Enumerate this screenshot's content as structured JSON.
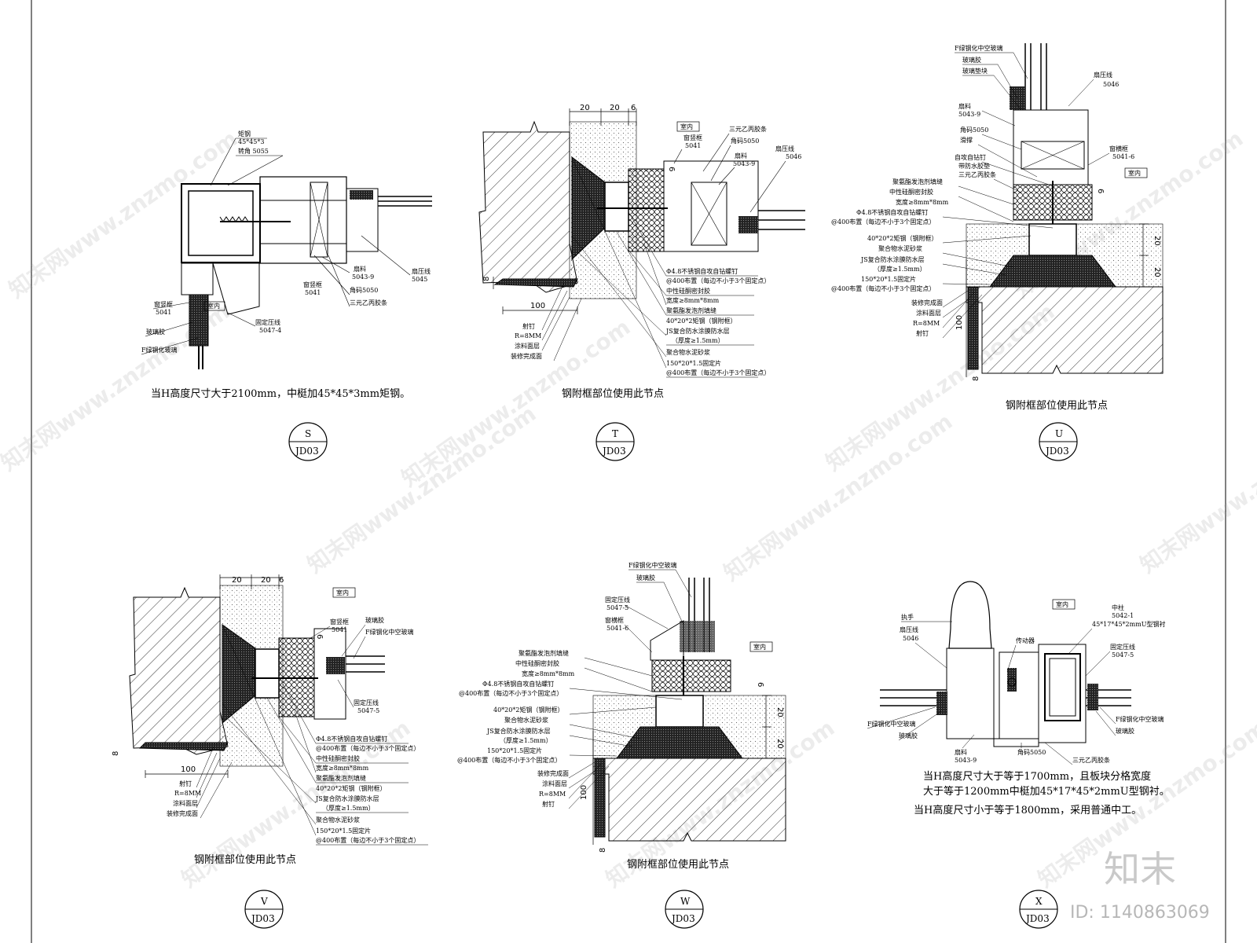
{
  "watermark": "知末网www.znzmo.com",
  "brand_logo": "知末",
  "image_id": "ID: 1140863069",
  "details": [
    {
      "key": "S",
      "letter": "S",
      "sheet": "JD03",
      "caption": "当H高度尺寸大于2100mm，中梃加45*45*3mm矩钢。",
      "labels": [
        "矩钢",
        "45*45*3",
        "转角  5055",
        "扇料",
        "5043-9",
        "扇压线",
        "5045",
        "窗竖框",
        "5041",
        "角码5050",
        "三元乙丙胶条",
        "窗竖框",
        "5041",
        "固定压线",
        "5047-4",
        "玻璃胶",
        "F绿钢化玻璃",
        "室内"
      ]
    },
    {
      "key": "T",
      "letter": "T",
      "sheet": "JD03",
      "caption": "钢附框部位使用此节点",
      "dims": [
        "20",
        "20",
        "6",
        "6",
        "100",
        "8"
      ],
      "labels": [
        "室内",
        "窗竖框",
        "5041",
        "三元乙丙胶条",
        "角码5050",
        "扇料",
        "5043-9",
        "扇压线",
        "5046",
        "Φ4.8不锈钢自攻自钻螺钉",
        "@400布置（每边不小于3个固定点）",
        "中性硅酮密封胶",
        "宽度≥8mm*8mm",
        "聚氨酯发泡剂填缝",
        "40*20*2矩钢（钢附框）",
        "JS复合防水涂膜防水层",
        "（厚度≥1.5mm）",
        "聚合物水泥砂浆",
        "150*20*1.5固定片",
        "@400布置（每边不小于3个固定点）",
        "射钉",
        "R=8MM",
        "涂料面层",
        "装修完成面"
      ]
    },
    {
      "key": "U",
      "letter": "U",
      "sheet": "JD03",
      "caption": "钢附框部位使用此节点",
      "dims": [
        "20",
        "20",
        "6",
        "100",
        "8"
      ],
      "labels": [
        "F绿钢化中空玻璃",
        "玻璃胶",
        "玻璃垫块",
        "扇压线",
        "5046",
        "扇料",
        "5043-9",
        "角码5050",
        "滑撑",
        "自攻自钻钉",
        "带防水胶垫",
        "三元乙丙胶条",
        "窗横框",
        "5041-6",
        "室内",
        "聚氨酯发泡剂填缝",
        "中性硅酮密封胶",
        "宽度≥8mm*8mm",
        "Φ4.8不锈钢自攻自钻螺钉",
        "@400布置（每边不小于3个固定点）",
        "40*20*2矩钢（钢附框）",
        "聚合物水泥砂浆",
        "JS复合防水涂膜防水层",
        "（厚度≥1.5mm）",
        "150*20*1.5固定片",
        "@400布置（每边不小于3个固定点）",
        "装修完成面",
        "涂料面层",
        "R=8MM",
        "射钉"
      ]
    },
    {
      "key": "V",
      "letter": "V",
      "sheet": "JD03",
      "caption": "钢附框部位使用此节点",
      "dims": [
        "20",
        "20",
        "6",
        "6",
        "100",
        "8"
      ],
      "labels": [
        "室内",
        "窗竖框",
        "5041",
        "玻璃胶",
        "F绿钢化中空玻璃",
        "固定压线",
        "5047-5",
        "Φ4.8不锈钢自攻自钻螺钉",
        "@400布置（每边不小于3个固定点）",
        "中性硅酮密封胶",
        "宽度≥8mm*8mm",
        "聚氨酯发泡剂填缝",
        "40*20*2矩钢（钢附框）",
        "JS复合防水涂膜防水层",
        "（厚度≥1.5mm）",
        "聚合物水泥砂浆",
        "150*20*1.5固定片",
        "@400布置（每边不小于3个固定点）",
        "射钉",
        "R=8MM",
        "涂料面层",
        "装修完成面"
      ]
    },
    {
      "key": "W",
      "letter": "W",
      "sheet": "JD03",
      "caption": "钢附框部位使用此节点",
      "dims": [
        "20",
        "20",
        "6",
        "100",
        "8"
      ],
      "labels": [
        "F绿钢化中空玻璃",
        "玻璃胶",
        "固定压线",
        "5047-5",
        "窗横框",
        "5041-6",
        "室内",
        "聚氨酯发泡剂填缝",
        "中性硅酮密封胶",
        "宽度≥8mm*8mm",
        "Φ4.8不锈钢自攻自钻螺钉",
        "@400布置（每边不小于3个固定点）",
        "40*20*2矩钢（钢附框）",
        "聚合物水泥砂浆",
        "JS复合防水涂膜防水层",
        "（厚度≥1.5mm）",
        "150*20*1.5固定片",
        "@400布置（每边不小于3个固定点）",
        "装修完成面",
        "涂料面层",
        "R=8MM",
        "射钉"
      ]
    },
    {
      "key": "X",
      "letter": "X",
      "sheet": "JD03",
      "caption_lines": [
        "当H高度尺寸大于等于1700mm，且板块分格宽度",
        "大于等于1200mm中梃加45*17*45*2mmU型钢衬。",
        "当H高度尺寸小于等于1800mm，采用普通中工。"
      ],
      "labels": [
        "室内",
        "执手",
        "扇压线",
        "5046",
        "传动器",
        "中柱",
        "5042-1",
        "45*17*45*2mmU型钢衬",
        "固定压线",
        "5047-5",
        "F绿钢化中空玻璃",
        "玻璃胶",
        "F绿钢化中空玻璃",
        "玻璃胶",
        "扇料",
        "5043-9",
        "角码5050",
        "三元乙丙胶条"
      ]
    }
  ]
}
